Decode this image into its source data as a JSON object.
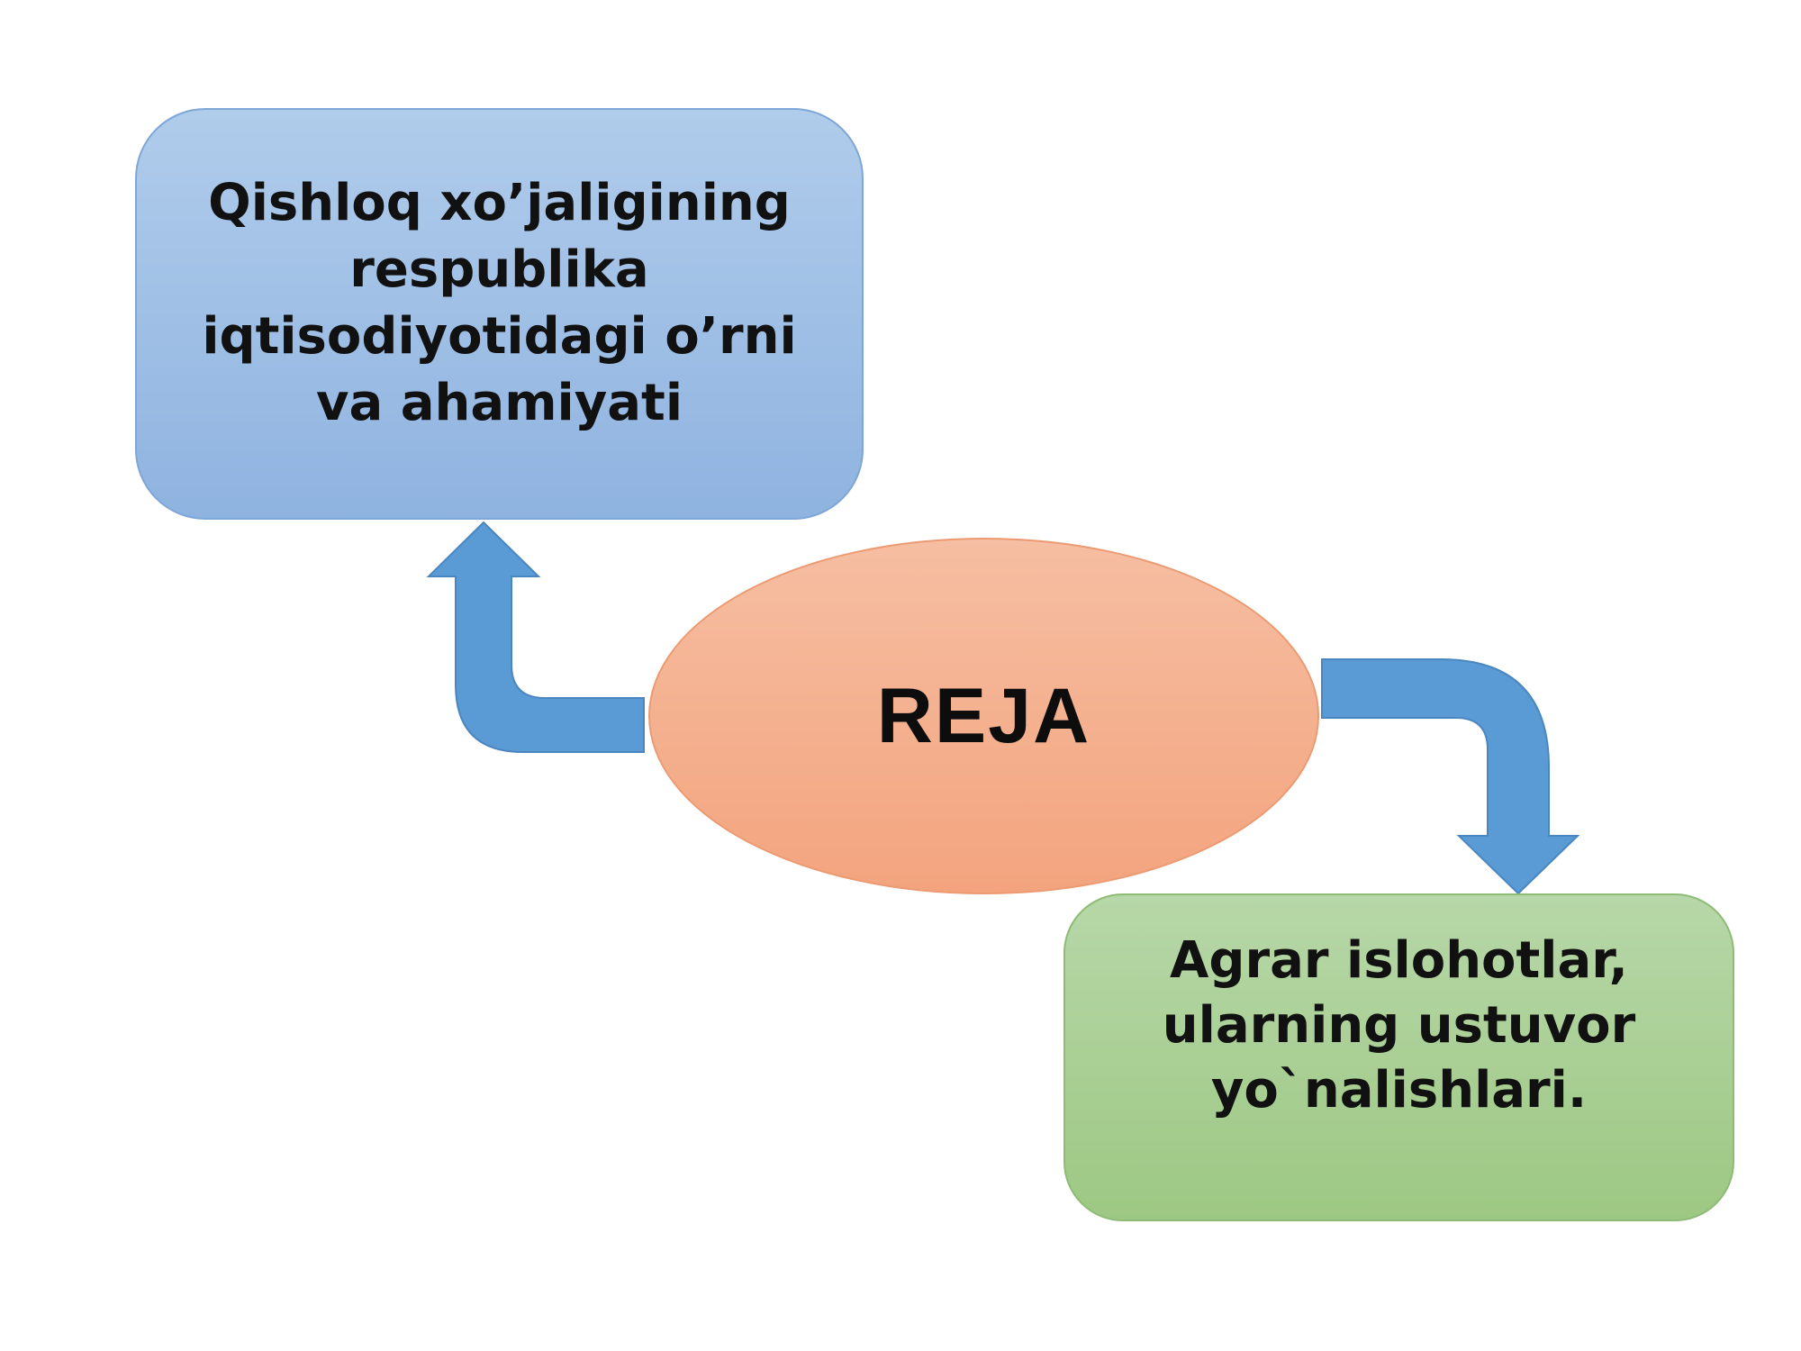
{
  "diagram": {
    "center": {
      "label": "REJA"
    },
    "topics": [
      {
        "id": "topic-1",
        "text": "Qishloq xo’jaligining respublika iqtisodiyotidagi o’rni va ahamiyati"
      },
      {
        "id": "topic-2",
        "text": "Agrar islohotlar, ularning ustuvor yo`nalishlari."
      }
    ],
    "colors": {
      "topic_1_fill": "#a5c2e8",
      "topic_2_fill": "#a8cf92",
      "center_fill": "#f5b193",
      "arrow_fill": "#5b9bd5",
      "text": "#111111"
    }
  }
}
